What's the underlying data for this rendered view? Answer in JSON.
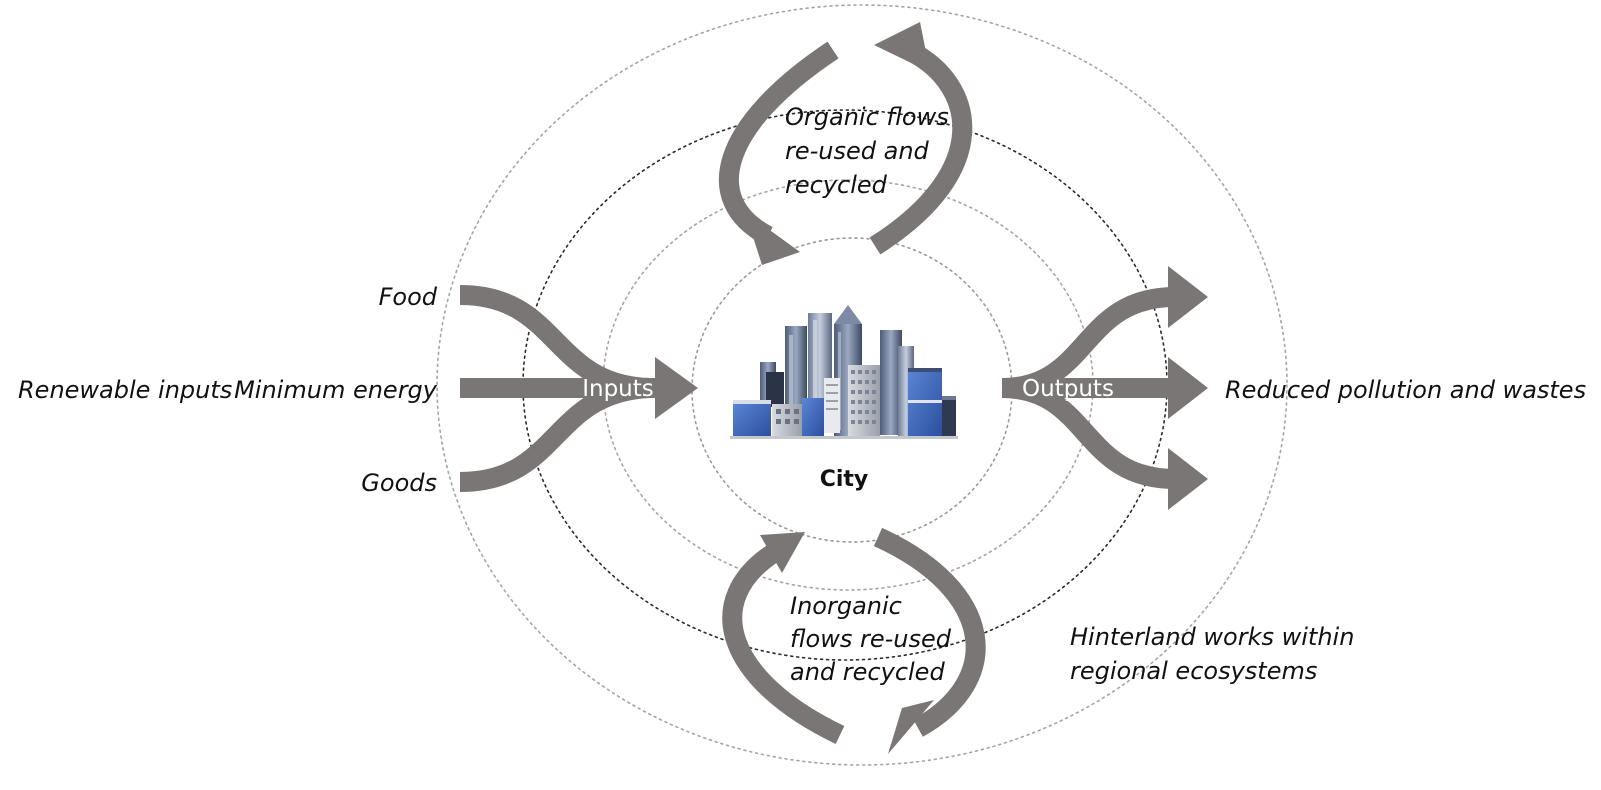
{
  "colors": {
    "arrow": "#7a7675",
    "ring": "#9b9b9b",
    "text": "#111111",
    "flow_word": "#ffffff"
  },
  "center": {
    "label": "City",
    "icon": "city-skyline-icon"
  },
  "left": {
    "side_label": "Renewable inputs",
    "items": [
      "Food",
      "Minimum energy",
      "Goods"
    ],
    "flow_label": "Inputs"
  },
  "right": {
    "side_label": "Reduced pollution and wastes",
    "flow_label": "Outputs"
  },
  "top_loop": {
    "lines": [
      "Organic flows",
      "re-used and",
      "recycled"
    ]
  },
  "bottom_loop": {
    "lines": [
      "Inorganic",
      "flows re-used",
      "and recycled"
    ]
  },
  "hinterland": {
    "lines": [
      "Hinterland works within",
      "regional ecosystems"
    ]
  }
}
